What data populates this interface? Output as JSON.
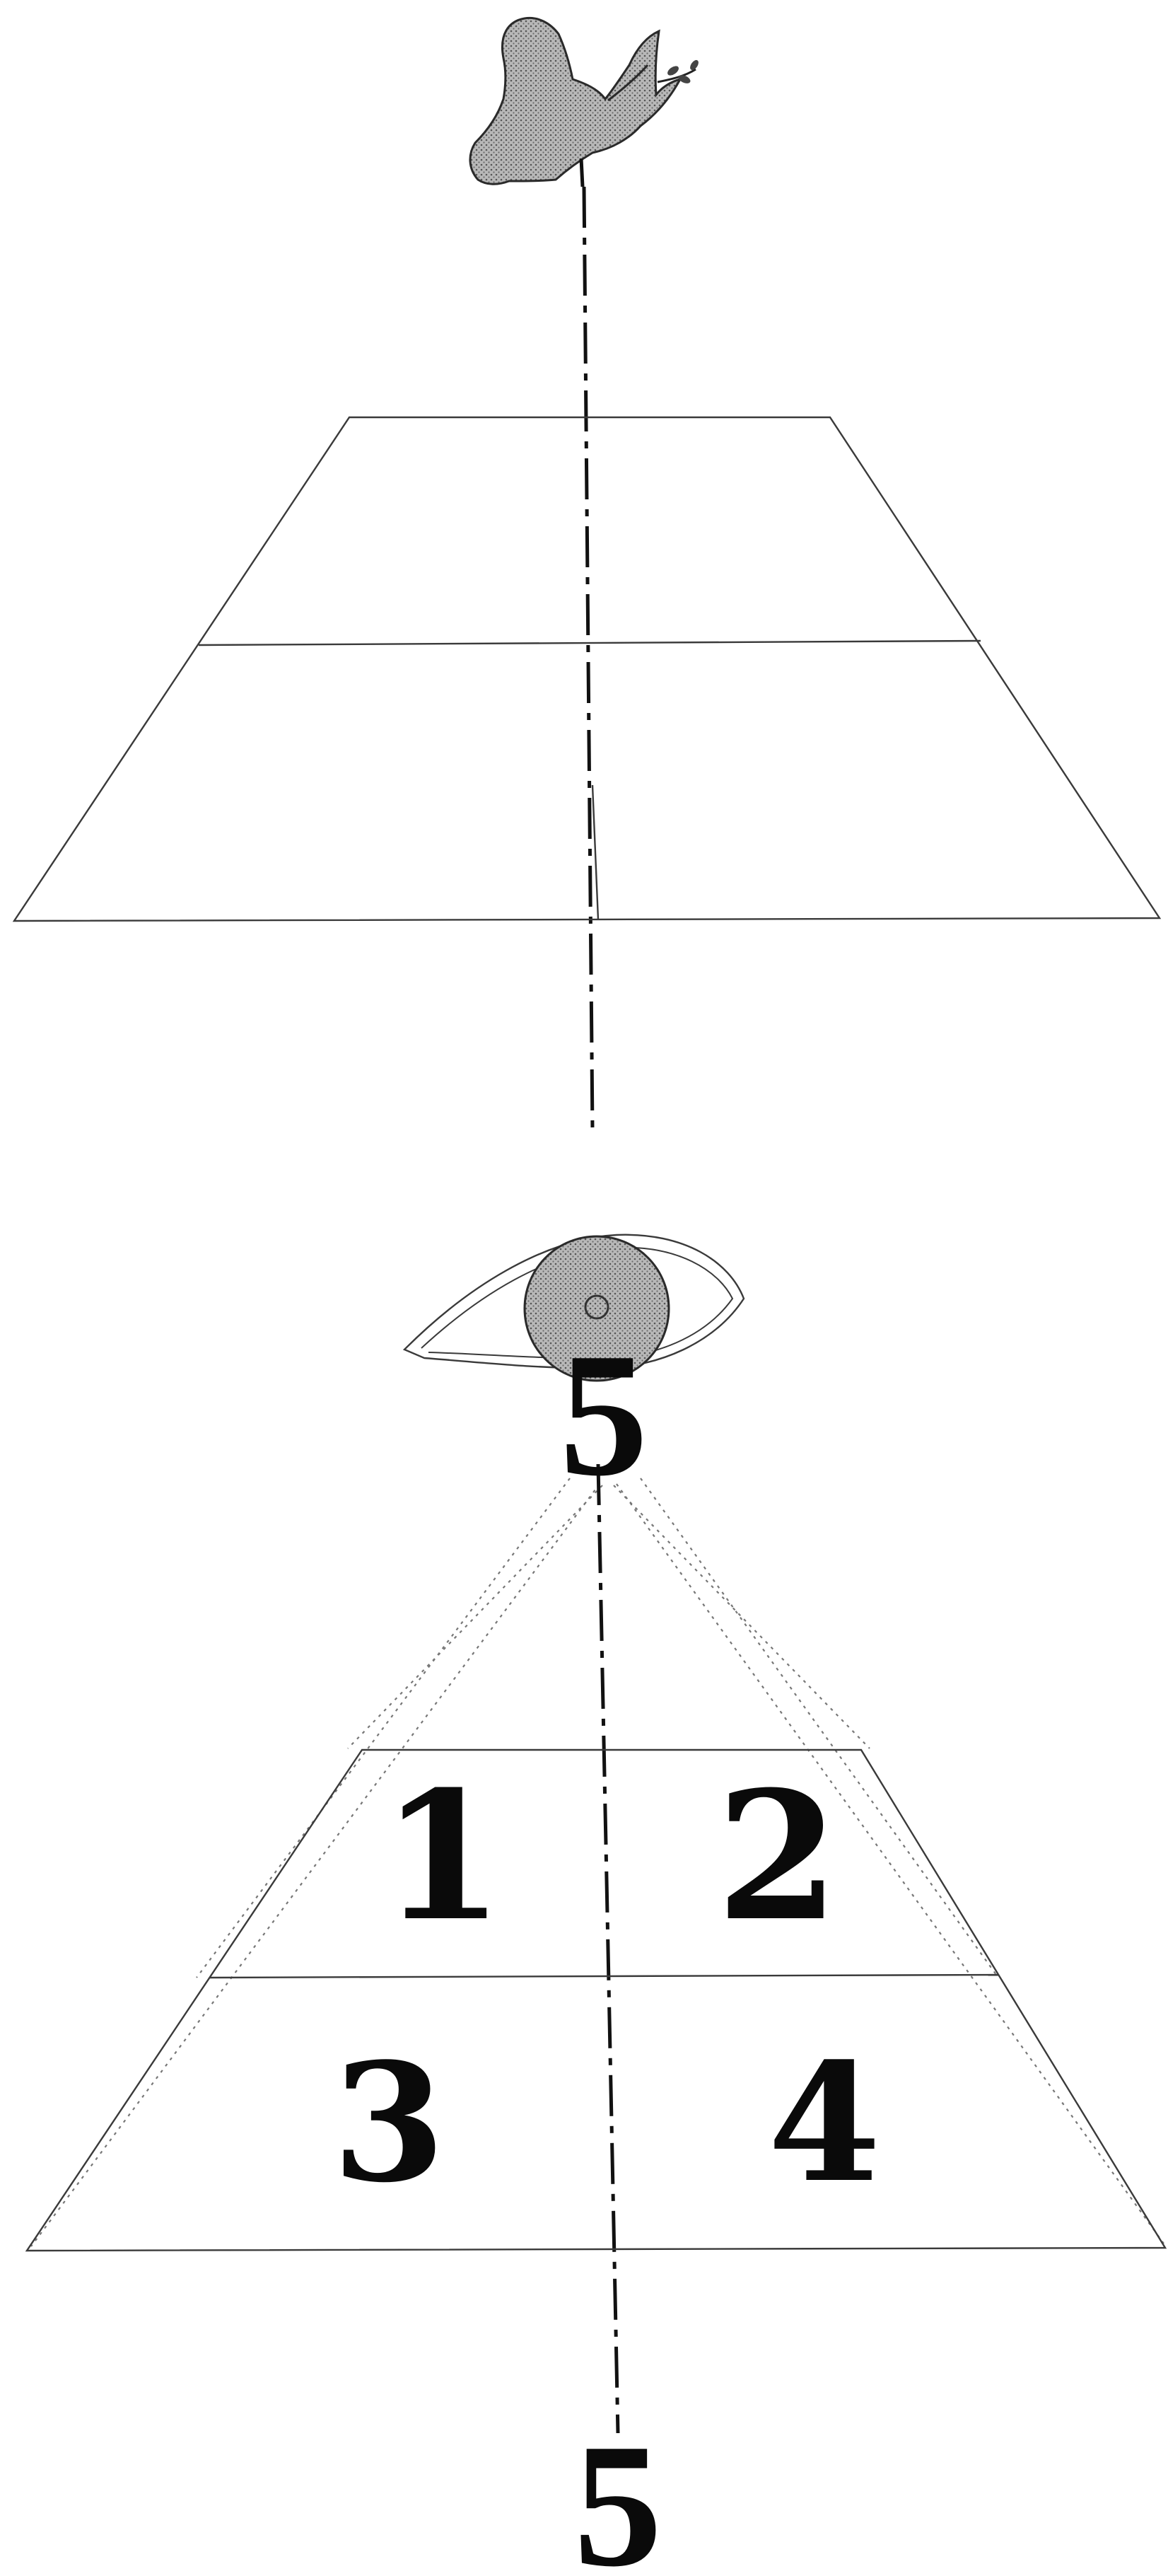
{
  "diagram": {
    "icons": {
      "top": "dove-with-olive-branch-icon",
      "middle": "eye-icon"
    },
    "colors": {
      "line": "#3a3a3a",
      "axis": "#111111",
      "shade": "#9a9a9a",
      "numeral": "#0a0a0a",
      "background": "#ffffff"
    },
    "upper_trapezoid": {
      "cell_labels": []
    },
    "eye_label": "5",
    "lower_trapezoid": {
      "cell_labels": [
        "1",
        "2",
        "3",
        "4"
      ]
    },
    "bottom_label": "5"
  }
}
